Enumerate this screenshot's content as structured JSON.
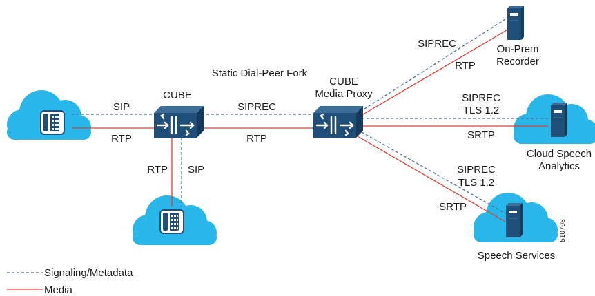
{
  "colors": {
    "cloud": "#29b6e8",
    "device": "#1f4e79",
    "signaling": "#4a6fa5",
    "media": "#e03c31"
  },
  "labels": {
    "cube": "CUBE",
    "cube_media_proxy_1": "CUBE",
    "cube_media_proxy_2": "Media Proxy",
    "static_fork": "Static Dial-Peer Fork",
    "sip_left": "SIP",
    "rtp_left": "RTP",
    "siprec_mid": "SIPREC",
    "rtp_mid": "RTP",
    "rtp_down": "RTP",
    "sip_down": "SIP",
    "siprec_top": "SIPREC",
    "rtp_top": "RTP",
    "onprem_1": "On-Prem",
    "onprem_2": "Recorder",
    "siprec_cloud": "SIPREC",
    "tls_cloud": "TLS 1.2",
    "srtp_cloud": "SRTP",
    "cloud_1": "Cloud Speech",
    "cloud_2": "Analytics",
    "siprec_speech": "SIPREC",
    "tls_speech": "TLS 1.2",
    "srtp_speech": "SRTP",
    "speech": "Speech Services",
    "figure_id": "510798"
  },
  "legend": {
    "signaling": "Signaling/Metadata",
    "media": "Media"
  }
}
